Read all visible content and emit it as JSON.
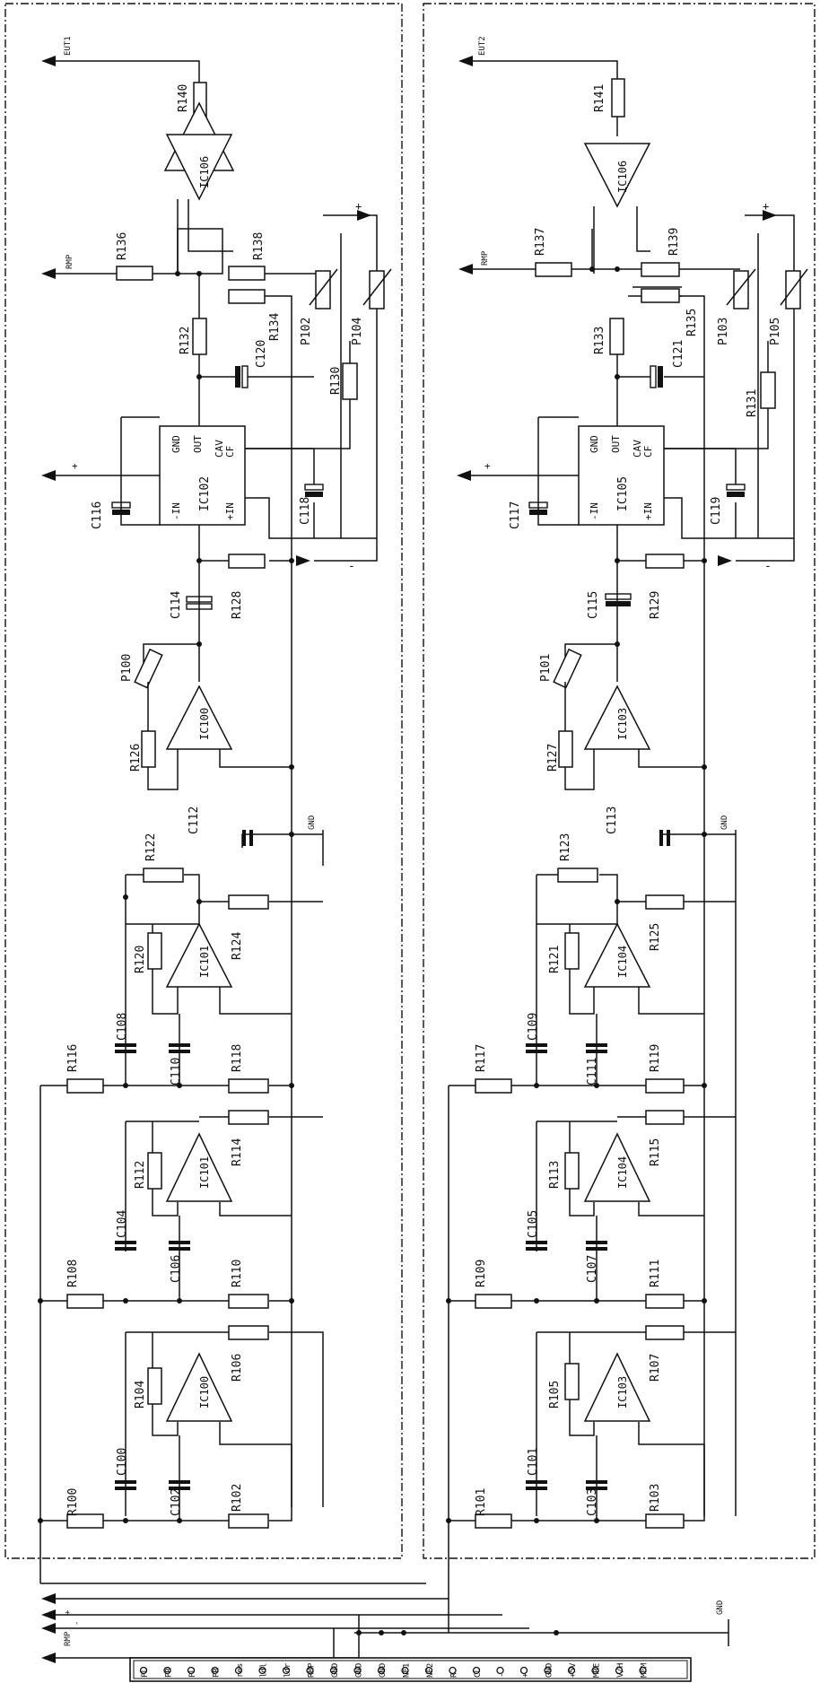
{
  "outputs": {
    "left": "EUT1",
    "right": "EUT2"
  },
  "inputs": {
    "ramp": "RMP",
    "ramp_plus": "+",
    "ramp_minus": "-",
    "plus": "+",
    "minus": "-"
  },
  "gnd": "GND",
  "ic": {
    "ic106a": "IC106",
    "ic106b": "IC106",
    "ic102": "IC102",
    "ic105": "IC105",
    "ic100a": "IC100",
    "ic103a": "IC103",
    "ic101a": "IC101",
    "ic104a": "IC104",
    "ic101b": "IC101",
    "ic104b": "IC104",
    "ic100b": "IC100",
    "ic103b": "IC103"
  },
  "ic_pins": {
    "timer_left": [
      "GND",
      "OUT",
      "CAV",
      "CF",
      "-IN",
      "+IN"
    ],
    "timer_right": [
      "GND",
      "OUT",
      "CAV",
      "CF",
      "-IN",
      "+IN"
    ]
  },
  "resistors": {
    "r140": "R140",
    "r141": "R141",
    "r136": "R136",
    "r137": "R137",
    "r138": "R138",
    "r139": "R139",
    "r134": "R134",
    "r135": "R135",
    "r132": "R132",
    "r133": "R133",
    "r130": "R130",
    "r131": "R131",
    "r128": "R128",
    "r129": "R129",
    "r126": "R126",
    "r127": "R127",
    "r122": "R122",
    "r123": "R123",
    "r124": "R124",
    "r125": "R125",
    "r120": "R120",
    "r121": "R121",
    "r116": "R116",
    "r117": "R117",
    "r118": "R118",
    "r119": "R119",
    "r114": "R114",
    "r115": "R115",
    "r112": "R112",
    "r113": "R113",
    "r108": "R108",
    "r109": "R109",
    "r110": "R110",
    "r111": "R111",
    "r106": "R106",
    "r107": "R107",
    "r104": "R104",
    "r105": "R105",
    "r100": "R100",
    "r101": "R101",
    "r102": "R102",
    "r103": "R103"
  },
  "capacitors": {
    "c120": "C120",
    "c121": "C121",
    "c116": "C116",
    "c117": "C117",
    "c118": "C118",
    "c119": "C119",
    "c114": "C114",
    "c115": "C115",
    "c112": "C112",
    "c113": "C113",
    "c108": "C108",
    "c109": "C109",
    "c110": "C110",
    "c111": "C111",
    "c104": "C104",
    "c105": "C105",
    "c106": "C106",
    "c107": "C107",
    "c100": "C100",
    "c101": "C101",
    "c102": "C102",
    "c103": "C103"
  },
  "pots": {
    "p102": "P102",
    "p103": "P103",
    "p104": "P104",
    "p105": "P105",
    "p100": "P100",
    "p101": "P101"
  },
  "connector": {
    "pins": [
      "PL",
      "PR",
      "PL",
      "PR",
      "res",
      "ldl",
      "ldr",
      "RMP",
      "GND",
      "GND",
      "GND",
      "NF1",
      "NF2",
      "R",
      "CL",
      "-",
      "+",
      "GND",
      "+5V",
      "MRE",
      "V/H",
      "MEM"
    ]
  }
}
